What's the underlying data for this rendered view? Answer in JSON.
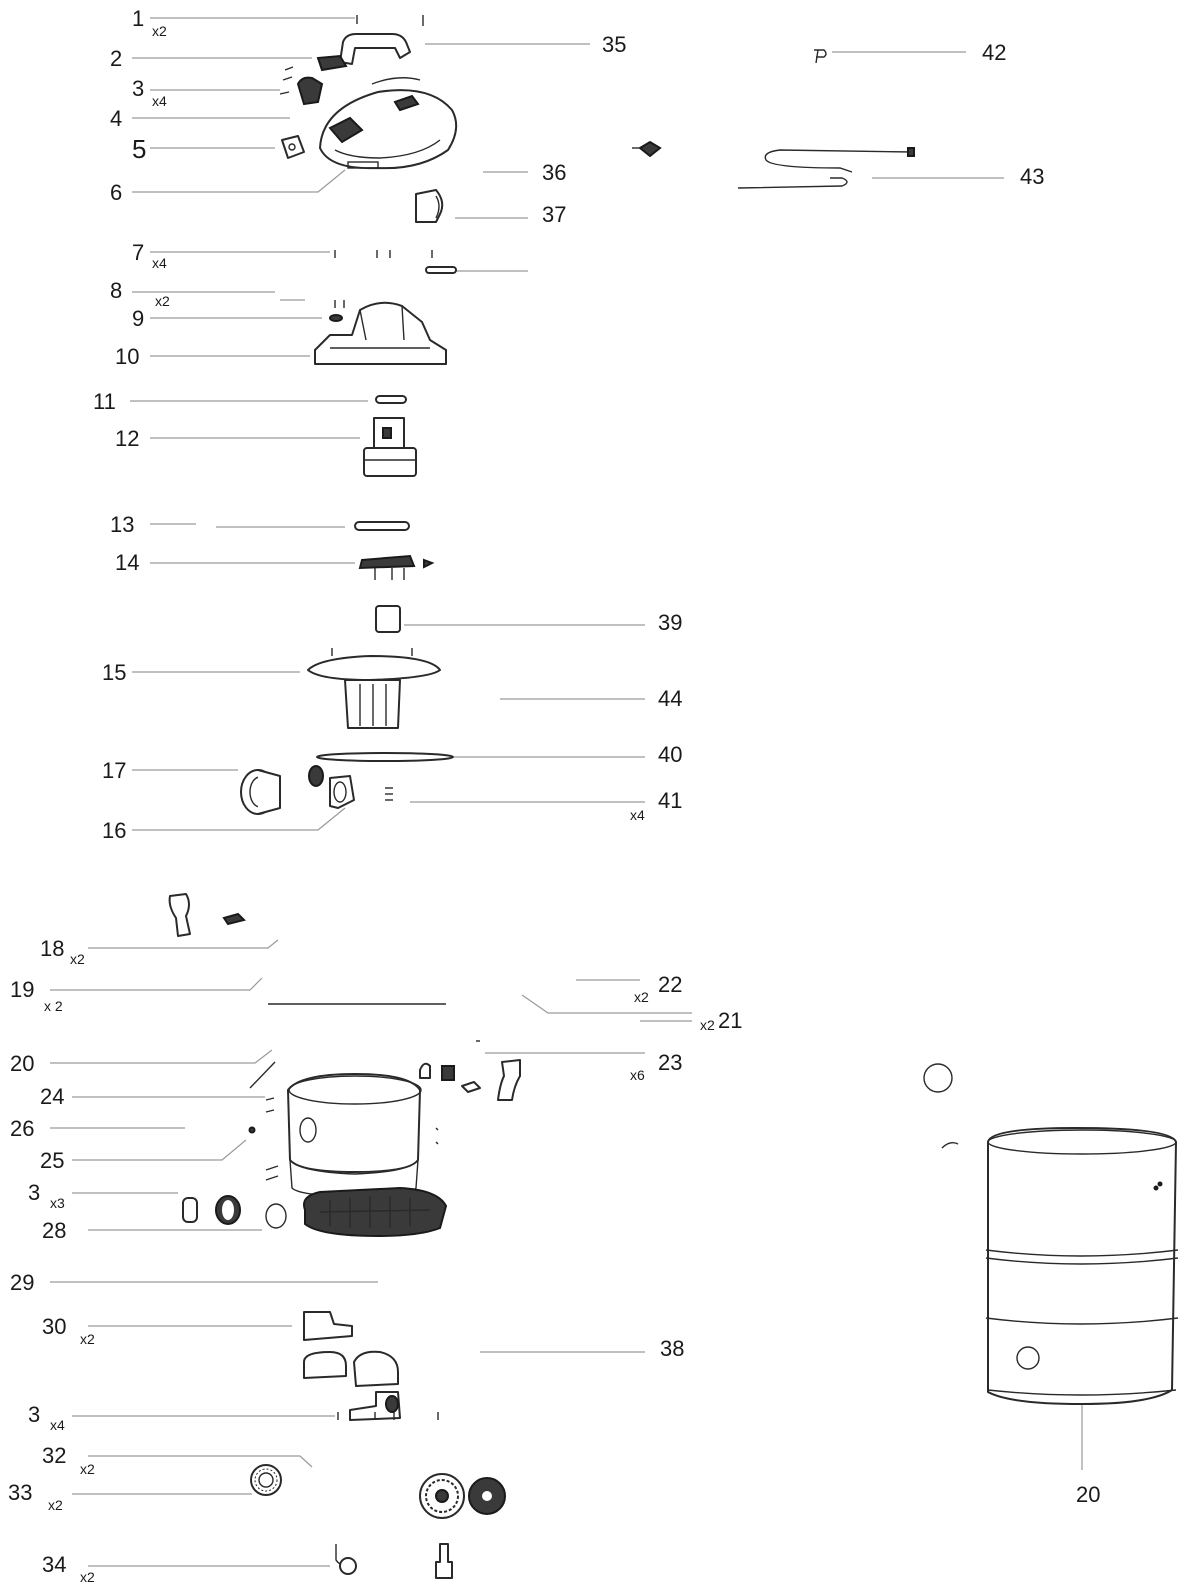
{
  "callouts": [
    {
      "num": "1",
      "qty": "x2"
    },
    {
      "num": "2",
      "qty": ""
    },
    {
      "num": "3",
      "qty": "x4"
    },
    {
      "num": "4",
      "qty": ""
    },
    {
      "num": "5",
      "qty": ""
    },
    {
      "num": "6",
      "qty": ""
    },
    {
      "num": "7",
      "qty": "x4"
    },
    {
      "num": "8",
      "qty": "x2"
    },
    {
      "num": "9",
      "qty": ""
    },
    {
      "num": "10",
      "qty": ""
    },
    {
      "num": "11",
      "qty": ""
    },
    {
      "num": "12",
      "qty": ""
    },
    {
      "num": "13",
      "qty": ""
    },
    {
      "num": "14",
      "qty": ""
    },
    {
      "num": "15",
      "qty": ""
    },
    {
      "num": "17",
      "qty": ""
    },
    {
      "num": "16",
      "qty": ""
    },
    {
      "num": "18",
      "qty": "x2"
    },
    {
      "num": "19",
      "qty": "x 2"
    },
    {
      "num": "20",
      "qty": ""
    },
    {
      "num": "24",
      "qty": ""
    },
    {
      "num": "26",
      "qty": ""
    },
    {
      "num": "25",
      "qty": ""
    },
    {
      "num": "3",
      "qty": "x3"
    },
    {
      "num": "28",
      "qty": ""
    },
    {
      "num": "29",
      "qty": ""
    },
    {
      "num": "30",
      "qty": "x2"
    },
    {
      "num": "3",
      "qty": "x4"
    },
    {
      "num": "32",
      "qty": "x2"
    },
    {
      "num": "33",
      "qty": "x2"
    },
    {
      "num": "34",
      "qty": "x2"
    },
    {
      "num": "35",
      "qty": ""
    },
    {
      "num": "36",
      "qty": ""
    },
    {
      "num": "37",
      "qty": ""
    },
    {
      "num": "42",
      "qty": ""
    },
    {
      "num": "43",
      "qty": ""
    },
    {
      "num": "39",
      "qty": ""
    },
    {
      "num": "44",
      "qty": ""
    },
    {
      "num": "40",
      "qty": ""
    },
    {
      "num": "41",
      "qty": "x4"
    },
    {
      "num": "22",
      "qty": "x2"
    },
    {
      "num": "21",
      "qty": "x2"
    },
    {
      "num": "23",
      "qty": "x6"
    },
    {
      "num": "38",
      "qty": ""
    },
    {
      "num": "20",
      "qty": ""
    }
  ]
}
